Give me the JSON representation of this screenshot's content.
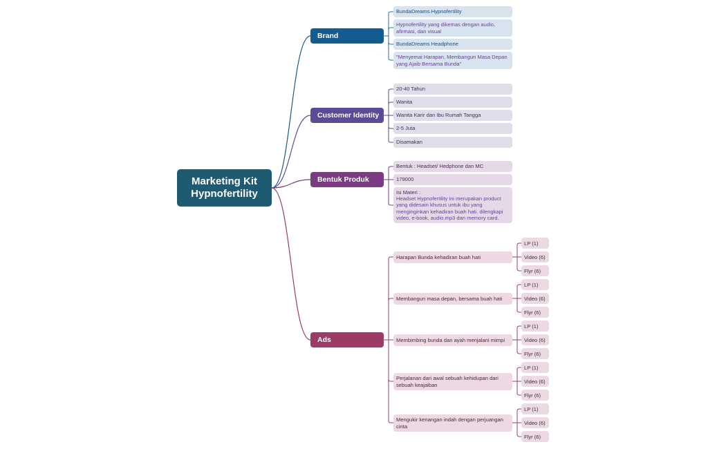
{
  "root": {
    "title_line1": "Marketing Kit",
    "title_line2": "Hypnofertility"
  },
  "colors": {
    "brand": "#145b8f",
    "customer": "#5b4a96",
    "produk": "#7a3b82",
    "ads": "#9c3c66",
    "brand_leaf": "#d7e3ee",
    "customer_leaf": "#e1dcea",
    "produk_leaf": "#e5d9e7",
    "ads_leaf": "#ecd9e3"
  },
  "branches": {
    "brand": {
      "label": "Brand",
      "items": [
        {
          "text": "BundaDreams Hypnofertility"
        },
        {
          "text": "Hypnofertility yang dikemas dengan audio, afirmasi, dan visual"
        },
        {
          "text": "BundaDreams Headphone"
        },
        {
          "text": "\"Menyemai Harapan, Membangun Masa Depan yang Ajaib Bersama Bunda\""
        }
      ]
    },
    "customer": {
      "label": "Customer Identity",
      "items": [
        {
          "text": "20-40 Tahun"
        },
        {
          "text": "Wanita"
        },
        {
          "text": "Wanita Karir dan Ibu Rumah Tangga"
        },
        {
          "text": "2-5 Juta"
        },
        {
          "text": "Disamakan"
        }
      ]
    },
    "produk": {
      "label": "Bentuk Produk",
      "items": [
        {
          "text": "Bentuk : Headset/ Hedphone dan MC"
        },
        {
          "text": "179000"
        },
        {
          "line1": "Isi Materi :",
          "line2": "Headset Hypnofertility ini merupakan product yang didesain khusus untuk ibu yang menginginkan kehadiran buah hati. dilengkapi video, e-book, audio.mp3 dan memory card."
        }
      ]
    },
    "ads": {
      "label": "Ads",
      "items": [
        {
          "text": "Harapan Bunda kehadiran buah hati",
          "subs": [
            "LP (1)",
            "Video (6)",
            "Flyr (6)"
          ]
        },
        {
          "text": "Membangun masa depan, bersama buah hati",
          "subs": [
            "LP (1)",
            "Video (6)",
            "Flyr (6)"
          ]
        },
        {
          "text": "Membimbing bunda dan ayah menjalani mimpi",
          "subs": [
            "LP (1)",
            "Video (6)",
            "Flyr (6)"
          ]
        },
        {
          "text": "Perjalanan dari awal sebuah kehidupan dari sebuah keajaiban",
          "subs": [
            "LP (1)",
            "Video (6)",
            "Flyr (6)"
          ]
        },
        {
          "text": "Mengukir kenangan indah dengan perjuangan cinta",
          "subs": [
            "LP (1)",
            "Video (6)",
            "Flyr (6)"
          ]
        }
      ]
    }
  }
}
